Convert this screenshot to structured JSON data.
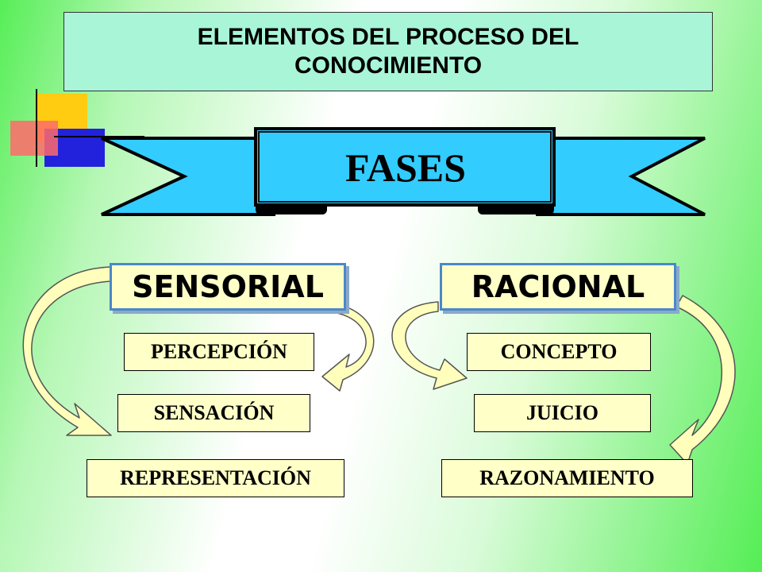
{
  "title": "ELEMENTOS DEL PROCESO DEL CONOCIMIENTO",
  "banner": {
    "label": "FASES"
  },
  "phases": [
    {
      "label": "SENSORIAL",
      "items": [
        "PERCEPCIÓN",
        "SENSACIÓN",
        "REPRESENTACIÓN"
      ]
    },
    {
      "label": "RACIONAL",
      "items": [
        "CONCEPTO",
        "JUICIO",
        "RAZONAMIENTO"
      ]
    }
  ],
  "colors": {
    "title_box": "#a8f5d8",
    "banner": "#33ccff",
    "phase_box": "#ffffc8",
    "item_box": "#ffffc8",
    "arrow_fill": "#ffffbb"
  },
  "icons": [
    "decorative-squares-icon",
    "curved-arrow-icon"
  ]
}
